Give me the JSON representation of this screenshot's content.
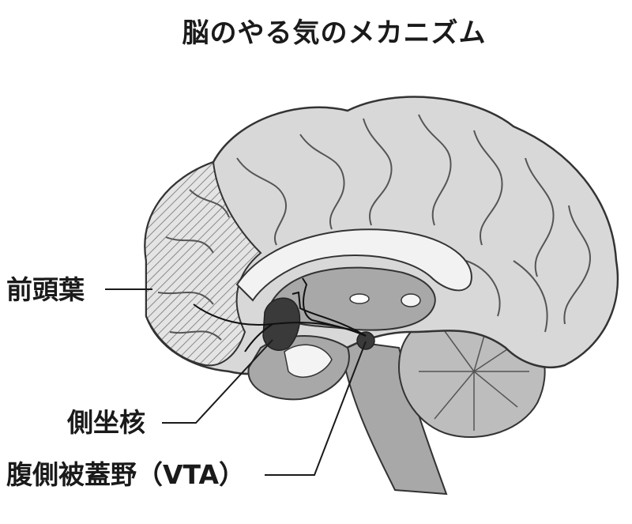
{
  "title": "脳のやる気のメカニズム",
  "labels": {
    "frontal_lobe": "前頭葉",
    "nucleus_accumbens": "側坐核",
    "vta": "腹側被蓋野（VTA）"
  },
  "colors": {
    "cortex": "#d8d8d8",
    "outline": "#333333",
    "inner": "#a8a8a8",
    "nucleus": "#3a3a3a",
    "hatch": "#888888"
  }
}
